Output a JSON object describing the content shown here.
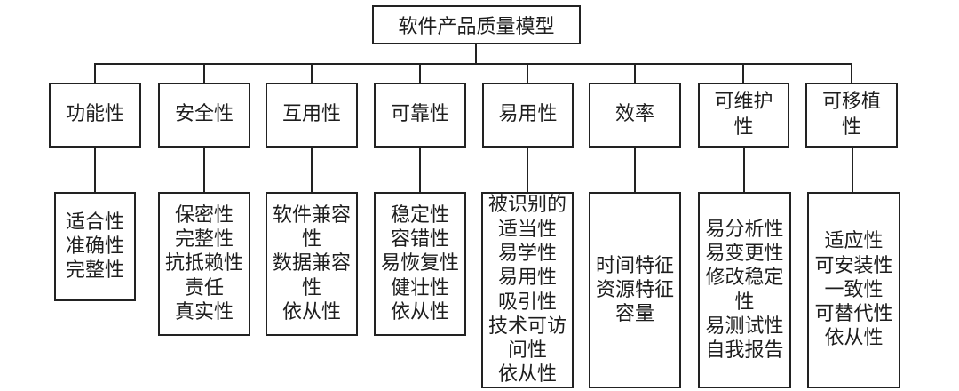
{
  "title": "软件产品质量模型",
  "characteristics": [
    {
      "name": "功能性",
      "subcharacteristics": [
        "适合性",
        "准确性",
        "完整性"
      ]
    },
    {
      "name": "安全性",
      "subcharacteristics": [
        "保密性",
        "完整性",
        "抗抵赖性",
        "责任",
        "真实性"
      ]
    },
    {
      "name": "互用性",
      "subcharacteristics": [
        "软件兼容性",
        "数据兼容性",
        "依从性"
      ]
    },
    {
      "name": "可靠性",
      "subcharacteristics": [
        "稳定性",
        "容错性",
        "易恢复性",
        "健壮性",
        "依从性"
      ]
    },
    {
      "name": "易用性",
      "subcharacteristics": [
        "被识别的适当性",
        "易学性",
        "易用性",
        "吸引性",
        "技术可访问性",
        "依从性"
      ]
    },
    {
      "name": "效率",
      "subcharacteristics": [
        "时间特征",
        "资源特征",
        "容量"
      ]
    },
    {
      "name": "可维护性",
      "subcharacteristics": [
        "易分析性",
        "易变更性",
        "修改稳定性",
        "易测试性",
        "自我报告"
      ]
    },
    {
      "name": "可移植性",
      "subcharacteristics": [
        "适应性",
        "可安装性",
        "一致性",
        "可替代性",
        "依从性"
      ]
    }
  ]
}
